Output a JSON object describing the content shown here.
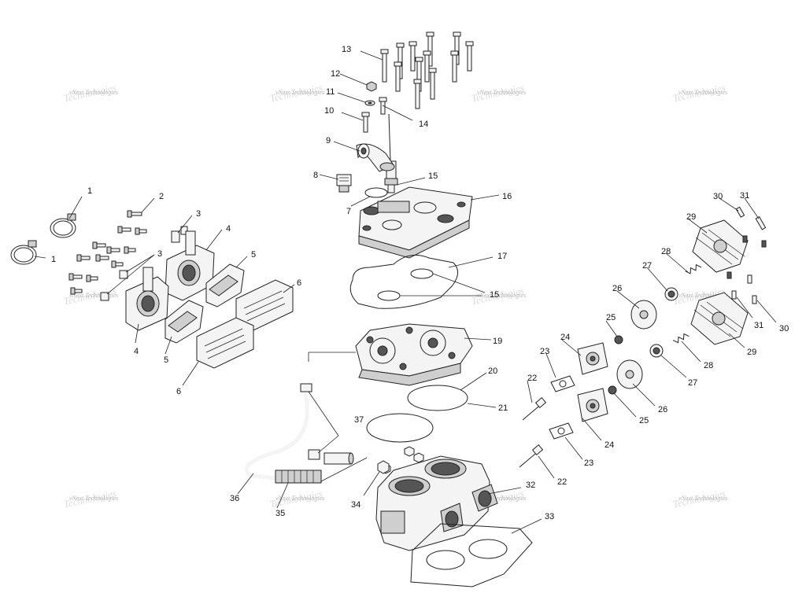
{
  "watermark": {
    "line1": "vNext Technologies",
    "line2": "Technologies"
  },
  "callouts": [
    {
      "text": "1"
    },
    {
      "text": "1"
    },
    {
      "text": "2"
    },
    {
      "text": "3"
    },
    {
      "text": "3"
    },
    {
      "text": "4"
    },
    {
      "text": "4"
    },
    {
      "text": "5"
    },
    {
      "text": "5"
    },
    {
      "text": "6"
    },
    {
      "text": "6"
    },
    {
      "text": "7"
    },
    {
      "text": "8"
    },
    {
      "text": "9"
    },
    {
      "text": "10"
    },
    {
      "text": "11"
    },
    {
      "text": "12"
    },
    {
      "text": "13"
    },
    {
      "text": "14"
    },
    {
      "text": "15"
    },
    {
      "text": "15"
    },
    {
      "text": "16"
    },
    {
      "text": "17"
    },
    {
      "text": "19"
    },
    {
      "text": "20"
    },
    {
      "text": "21"
    },
    {
      "text": "22"
    },
    {
      "text": "22"
    },
    {
      "text": "23"
    },
    {
      "text": "23"
    },
    {
      "text": "24"
    },
    {
      "text": "24"
    },
    {
      "text": "25"
    },
    {
      "text": "25"
    },
    {
      "text": "26"
    },
    {
      "text": "26"
    },
    {
      "text": "27"
    },
    {
      "text": "27"
    },
    {
      "text": "28"
    },
    {
      "text": "28"
    },
    {
      "text": "29"
    },
    {
      "text": "29"
    },
    {
      "text": "30"
    },
    {
      "text": "30"
    },
    {
      "text": "31"
    },
    {
      "text": "31"
    },
    {
      "text": "32"
    },
    {
      "text": "33"
    },
    {
      "text": "34"
    },
    {
      "text": "35"
    },
    {
      "text": "36"
    },
    {
      "text": "37"
    }
  ]
}
